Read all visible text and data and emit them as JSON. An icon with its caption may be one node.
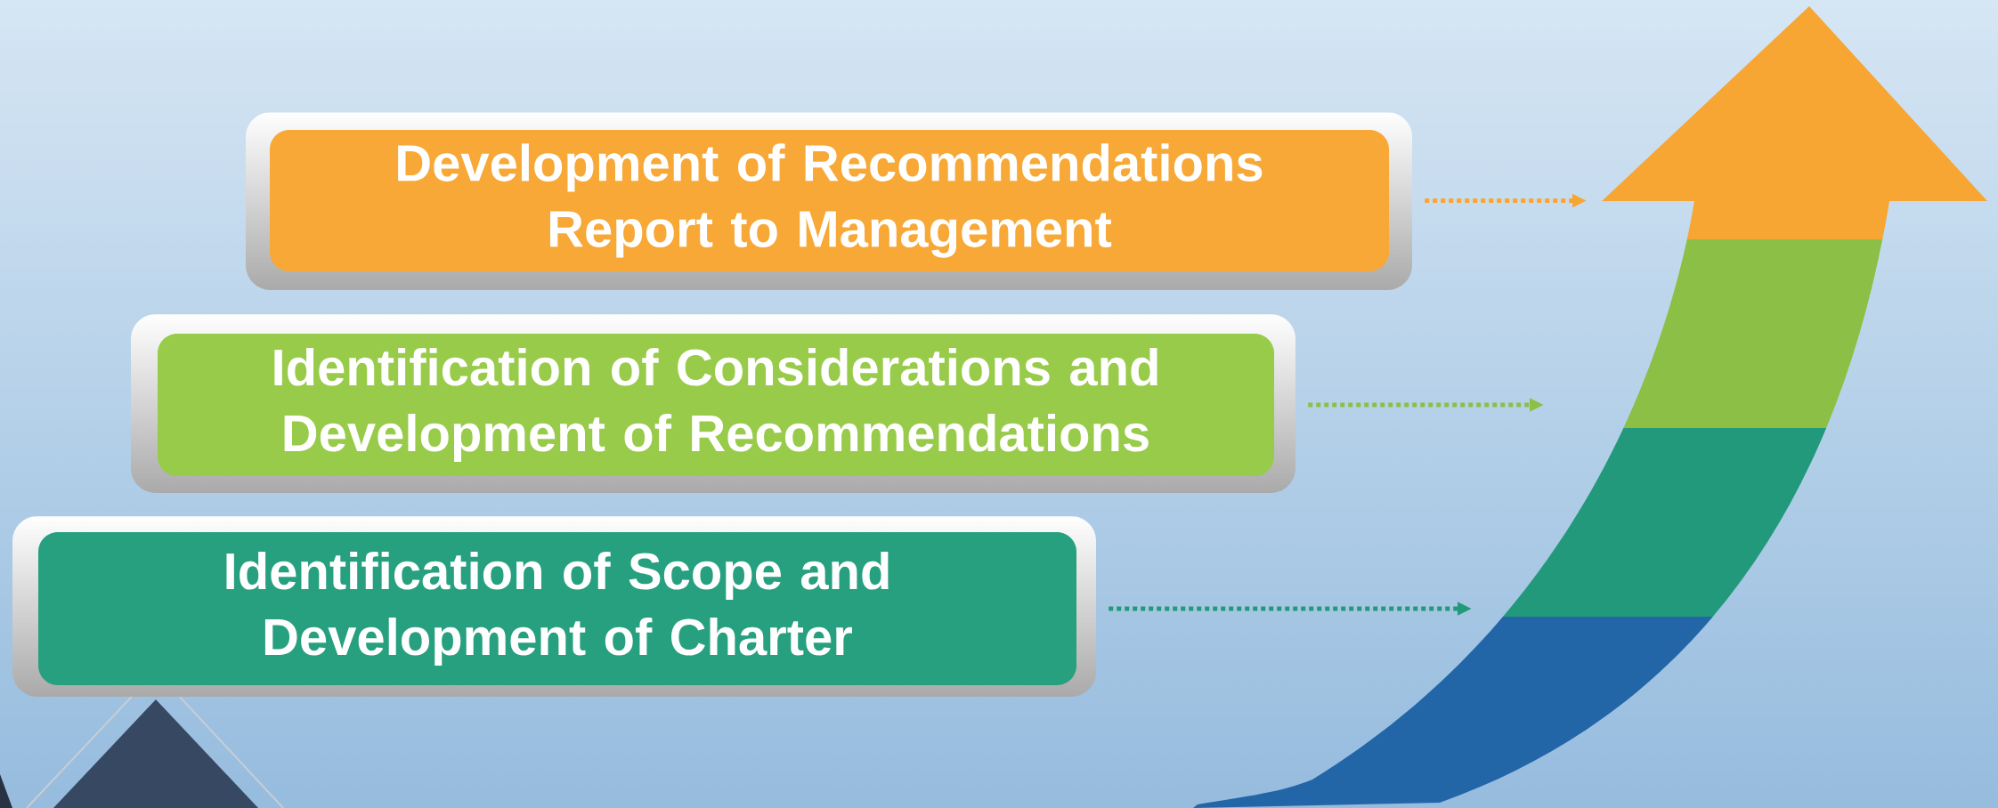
{
  "diagram": {
    "nodes": [
      {
        "text": [
          "Development of Recommendations Report to Management"
        ]
      },
      {
        "text": [
          "Identification of Considerations and Development of Recommendations"
        ]
      },
      {
        "text": [
          "Identification of Scope and Development of Charter"
        ]
      }
    ],
    "edges": [
      {
        "from": 0,
        "to": null,
        "arrow": "to",
        "style": "dashed",
        "color": "#f7a533"
      },
      {
        "from": 1,
        "to": null,
        "arrow": "to",
        "style": "dashed",
        "color": "#8cbf45"
      },
      {
        "from": 2,
        "to": null,
        "arrow": "to",
        "style": "dashed",
        "color": "#22997a"
      }
    ]
  }
}
